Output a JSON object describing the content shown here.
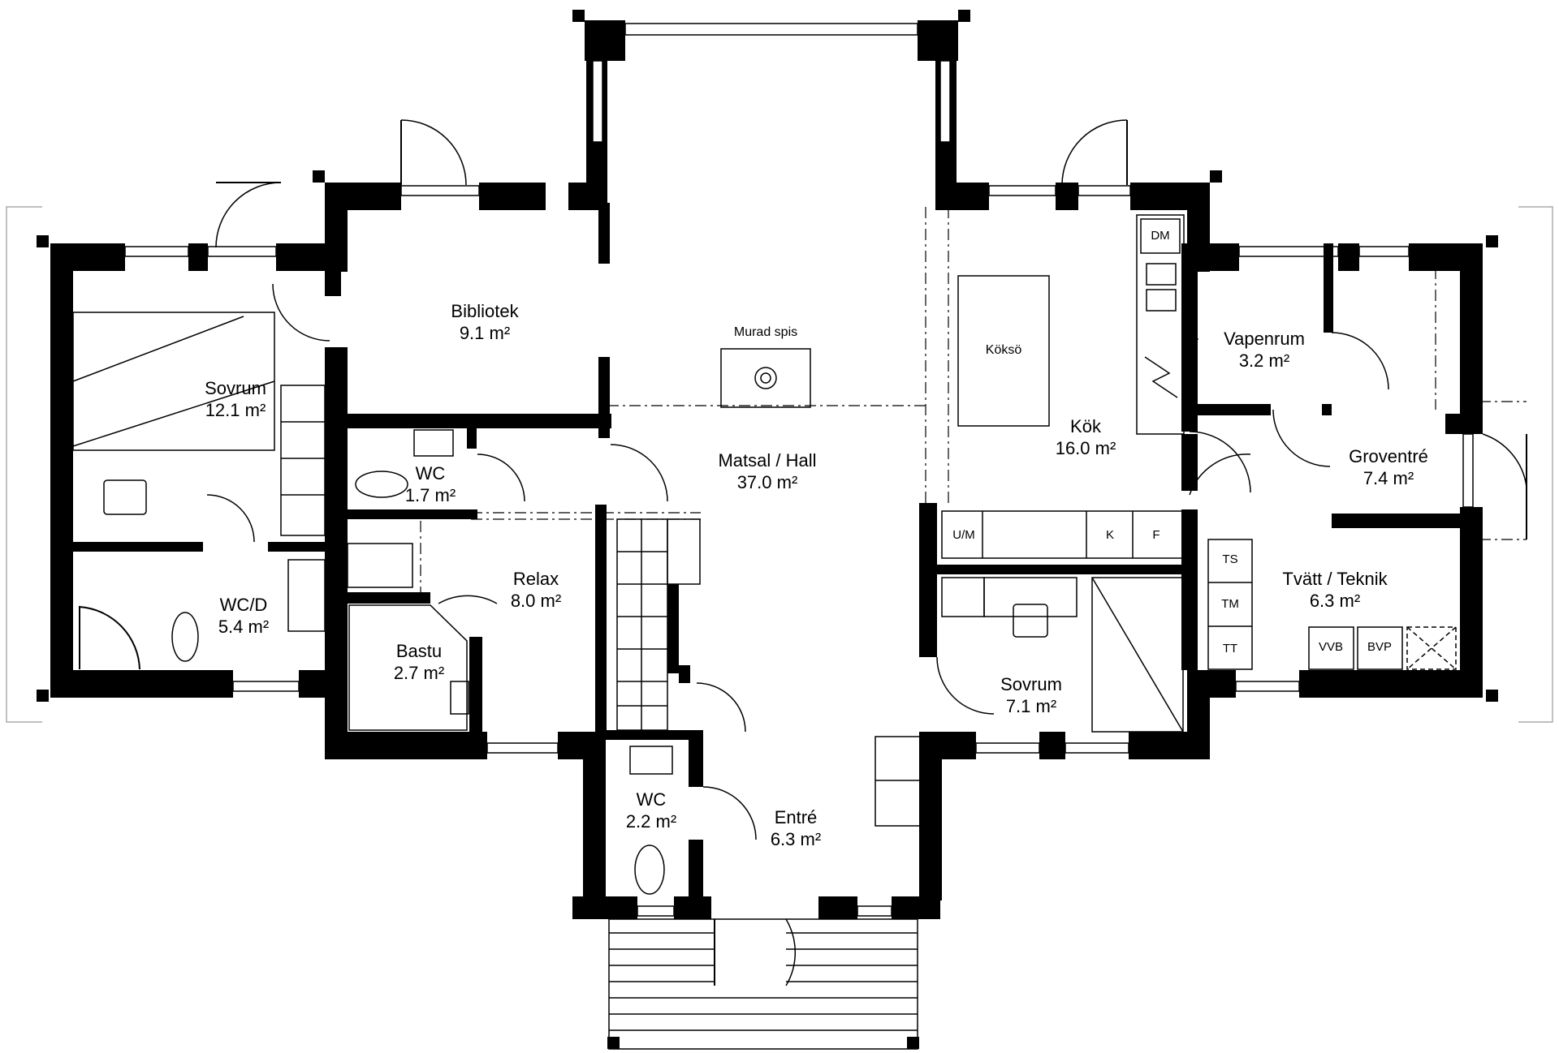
{
  "rooms": {
    "bibliotek": {
      "name": "Bibliotek",
      "area": "9.1 m²"
    },
    "sovrum_vast": {
      "name": "Sovrum",
      "area": "12.1 m²"
    },
    "wc_1": {
      "name": "WC",
      "area": "1.7 m²"
    },
    "wc_d": {
      "name": "WC/D",
      "area": "5.4 m²"
    },
    "relax": {
      "name": "Relax",
      "area": "8.0 m²"
    },
    "bastu": {
      "name": "Bastu",
      "area": "2.7 m²"
    },
    "matsal_hall": {
      "name": "Matsal / Hall",
      "area": "37.0 m²"
    },
    "wc_2": {
      "name": "WC",
      "area": "2.2 m²"
    },
    "entre": {
      "name": "Entré",
      "area": "6.3 m²"
    },
    "kok": {
      "name": "Kök",
      "area": "16.0 m²"
    },
    "vapenrum": {
      "name": "Vapenrum",
      "area": "3.2 m²"
    },
    "groventre": {
      "name": "Groventré",
      "area": "7.4 m²"
    },
    "tvatt_teknik": {
      "name": "Tvätt / Teknik",
      "area": "6.3 m²"
    },
    "sovrum_ost": {
      "name": "Sovrum",
      "area": "7.1 m²"
    }
  },
  "fixtures": {
    "murad_spis": "Murad spis",
    "kokso": "Köksö",
    "dm": "DM",
    "um": "U/M",
    "k": "K",
    "f": "F",
    "ts": "TS",
    "tm": "TM",
    "tt": "TT",
    "vvb": "VVB",
    "bvp": "BVP"
  }
}
